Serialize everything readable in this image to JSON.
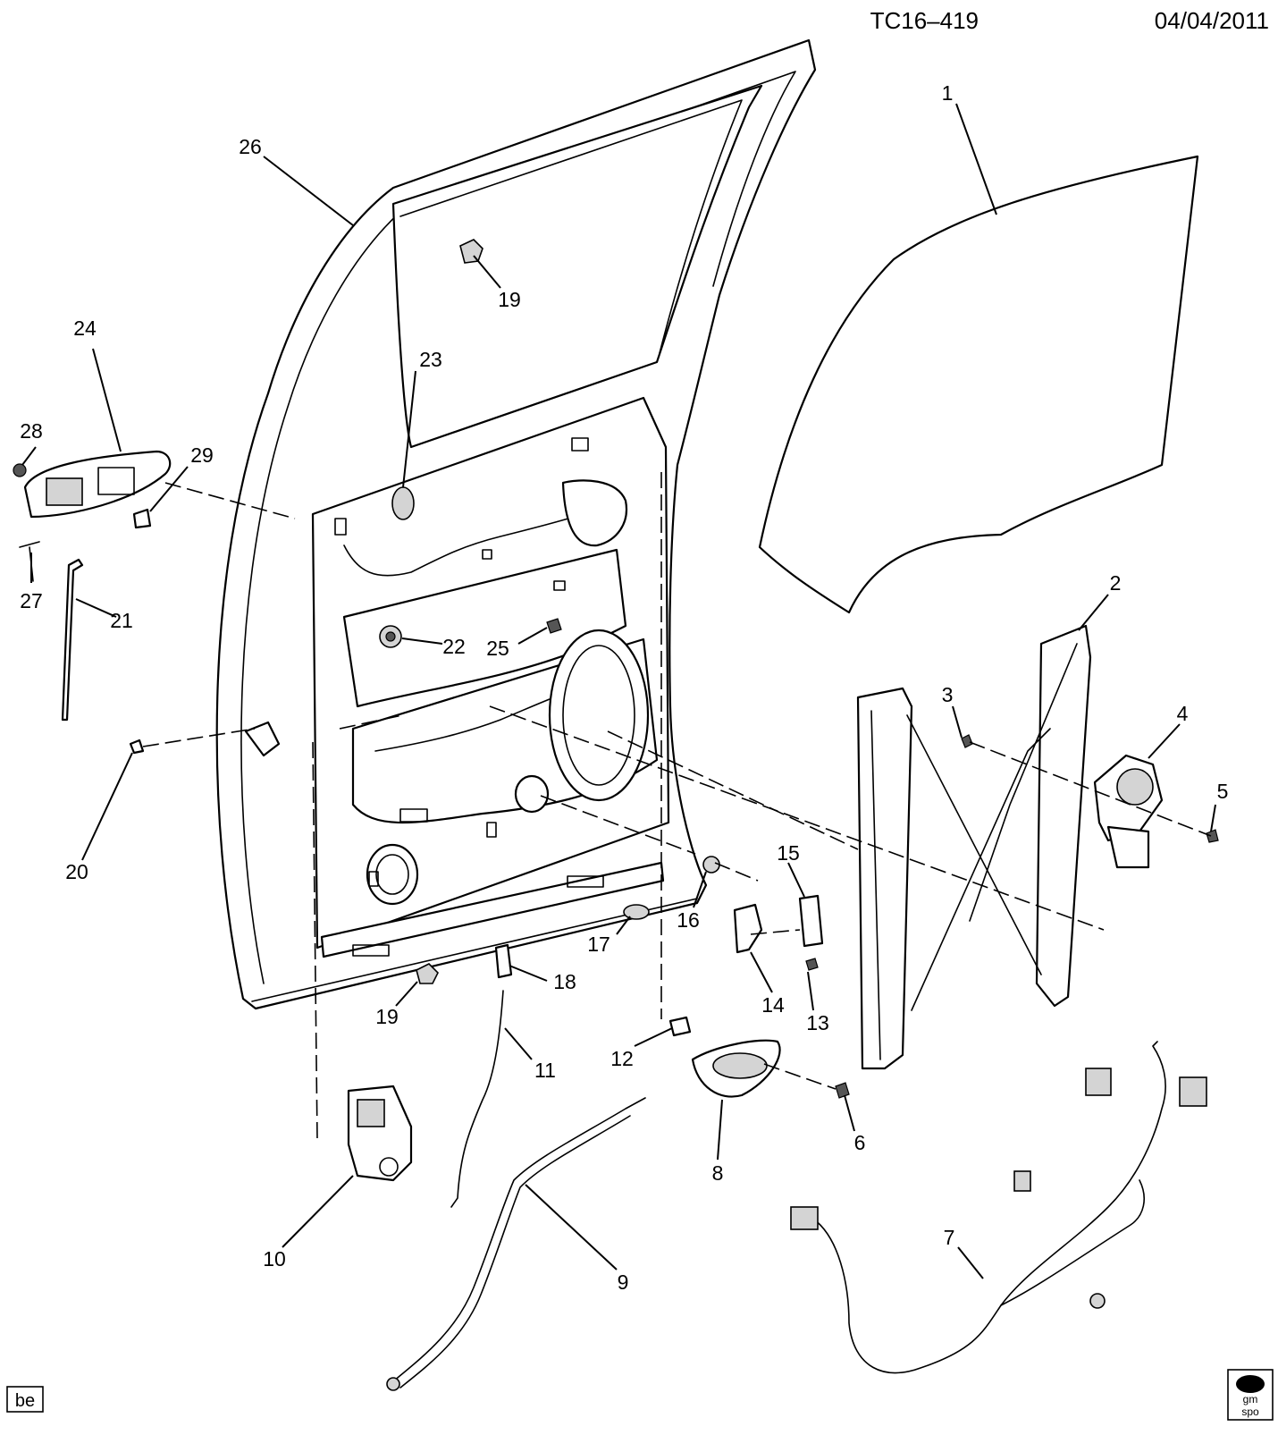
{
  "header": {
    "drawing_id": "TC16–419",
    "date": "04/04/2011"
  },
  "footer": {
    "left_code": "be",
    "logo_text_top": "gm",
    "logo_text_bottom": "spo"
  },
  "callouts": [
    {
      "id": "c1",
      "text": "1"
    },
    {
      "id": "c2",
      "text": "2"
    },
    {
      "id": "c3",
      "text": "3"
    },
    {
      "id": "c4",
      "text": "4"
    },
    {
      "id": "c5",
      "text": "5"
    },
    {
      "id": "c6",
      "text": "6"
    },
    {
      "id": "c7",
      "text": "7"
    },
    {
      "id": "c8",
      "text": "8"
    },
    {
      "id": "c9",
      "text": "9"
    },
    {
      "id": "c10",
      "text": "10"
    },
    {
      "id": "c11",
      "text": "11"
    },
    {
      "id": "c12",
      "text": "12"
    },
    {
      "id": "c13",
      "text": "13"
    },
    {
      "id": "c14",
      "text": "14"
    },
    {
      "id": "c15",
      "text": "15"
    },
    {
      "id": "c16",
      "text": "16"
    },
    {
      "id": "c17",
      "text": "17"
    },
    {
      "id": "c18",
      "text": "18"
    },
    {
      "id": "c19a",
      "text": "19"
    },
    {
      "id": "c19b",
      "text": "19"
    },
    {
      "id": "c20",
      "text": "20"
    },
    {
      "id": "c21",
      "text": "21"
    },
    {
      "id": "c22",
      "text": "22"
    },
    {
      "id": "c23",
      "text": "23"
    },
    {
      "id": "c24",
      "text": "24"
    },
    {
      "id": "c25",
      "text": "25"
    },
    {
      "id": "c26",
      "text": "26"
    },
    {
      "id": "c27",
      "text": "27"
    },
    {
      "id": "c28",
      "text": "28"
    },
    {
      "id": "c29",
      "text": "29"
    }
  ]
}
